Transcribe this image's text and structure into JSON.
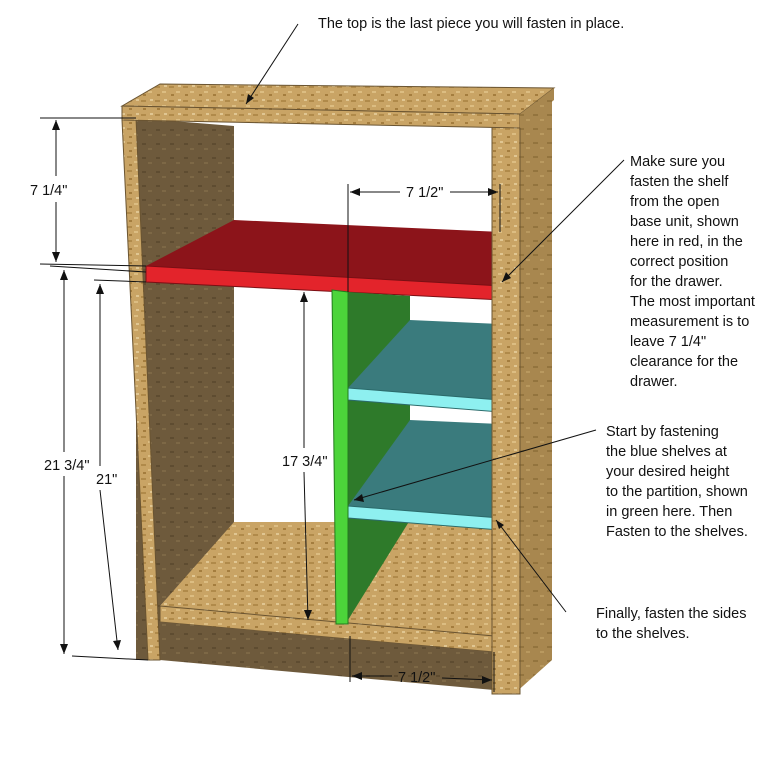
{
  "annotations": {
    "top_note": "The top is the last piece you will fasten in place.",
    "shelf_note": [
      "Make sure you",
      "fasten the shelf",
      "from the open",
      "base unit, shown",
      "here in red, in the",
      "correct position",
      "for the drawer.",
      "The most important",
      "measurement is to",
      "leave 7 1/4\"",
      "clearance for the",
      "drawer."
    ],
    "blue_note": [
      "Start by fastening",
      "the blue shelves at",
      "your desired height",
      "to the partition, shown",
      "in green here.  Then",
      "Fasten to the shelves."
    ],
    "sides_note": [
      "Finally, fasten the sides",
      "to the shelves."
    ]
  },
  "dimensions": {
    "drawer_clearance": "7 1/4\"",
    "top_width": "7 1/2\"",
    "overall_height": "21 3/4\"",
    "side_height": "21\"",
    "partition_height": "17 3/4\"",
    "bottom_width": "7 1/2\""
  },
  "colors": {
    "particle_board": "#c9a465",
    "side_shade": "#6e5a3c",
    "red_shelf": "#e3242b",
    "red_shelf_top": "#8c141a",
    "green_partition": "#4cd43a",
    "green_partition_shade": "#2e7a2a",
    "blue_shelf": "#3a7b7d",
    "blue_shelf_edge": "#8ef0f0"
  }
}
